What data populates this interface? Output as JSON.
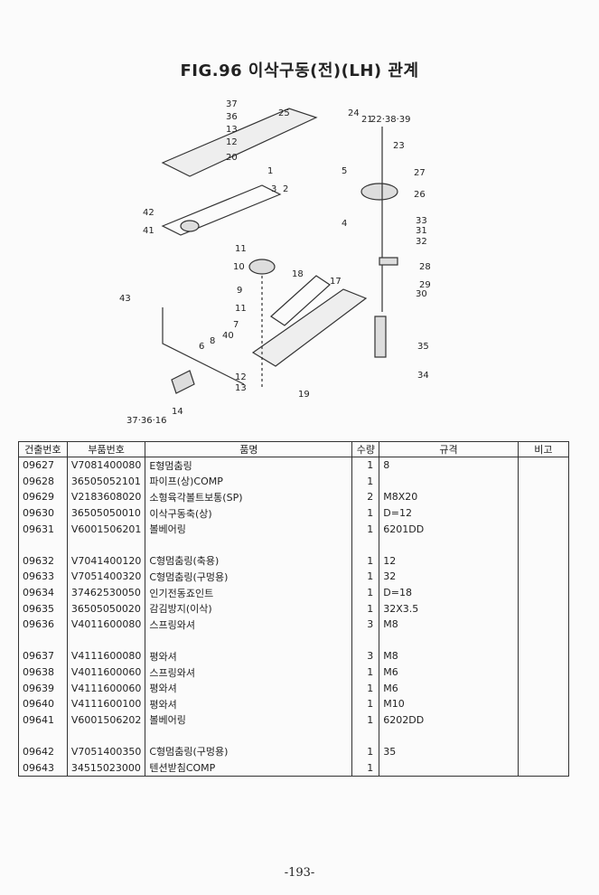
{
  "title": "FIG.96 이삭구동(전)(LH) 관계",
  "callouts": [
    "37",
    "36",
    "13",
    "12",
    "20",
    "25",
    "24",
    "21",
    "22·38·39",
    "23",
    "5",
    "27",
    "26",
    "1",
    "3",
    "2",
    "4",
    "33",
    "31",
    "32",
    "42",
    "41",
    "11",
    "10",
    "28",
    "29",
    "30",
    "18",
    "17",
    "9",
    "43",
    "11",
    "7",
    "40",
    "6",
    "8",
    "35",
    "12",
    "13",
    "19",
    "34",
    "14",
    "37·36·16"
  ],
  "table": {
    "headers": [
      "건출번호",
      "부품번호",
      "품명",
      "수량",
      "규격",
      "비고"
    ],
    "rows": [
      [
        "09627",
        "V7081400080",
        "E형멈춤링",
        "1",
        "8",
        ""
      ],
      [
        "09628",
        "36505052101",
        "파이프(상)COMP",
        "1",
        "",
        ""
      ],
      [
        "09629",
        "V2183608020",
        "소형육각볼트보통(SP)",
        "2",
        "M8X20",
        ""
      ],
      [
        "09630",
        "36505050010",
        "이삭구동축(상)",
        "1",
        "D=12",
        ""
      ],
      [
        "09631",
        "V6001506201",
        "볼베어링",
        "1",
        "6201DD",
        ""
      ],
      [
        "",
        "",
        "",
        "",
        "",
        ""
      ],
      [
        "09632",
        "V7041400120",
        "C형멈춤링(축용)",
        "1",
        "12",
        ""
      ],
      [
        "09633",
        "V7051400320",
        "C형멈춤링(구멍용)",
        "1",
        "32",
        ""
      ],
      [
        "09634",
        "37462530050",
        "인기전동죠인트",
        "1",
        "D=18",
        ""
      ],
      [
        "09635",
        "36505050020",
        "감김방지(이삭)",
        "1",
        "32X3.5",
        ""
      ],
      [
        "09636",
        "V4011600080",
        "스프링와셔",
        "3",
        "M8",
        ""
      ],
      [
        "",
        "",
        "",
        "",
        "",
        ""
      ],
      [
        "09637",
        "V4111600080",
        "평와셔",
        "3",
        "M8",
        ""
      ],
      [
        "09638",
        "V4011600060",
        "스프링와셔",
        "1",
        "M6",
        ""
      ],
      [
        "09639",
        "V4111600060",
        "평와셔",
        "1",
        "M6",
        ""
      ],
      [
        "09640",
        "V4111600100",
        "평와셔",
        "1",
        "M10",
        ""
      ],
      [
        "09641",
        "V6001506202",
        "볼베어링",
        "1",
        "6202DD",
        ""
      ],
      [
        "",
        "",
        "",
        "",
        "",
        ""
      ],
      [
        "09642",
        "V7051400350",
        "C형멈춤링(구멍용)",
        "1",
        "35",
        ""
      ],
      [
        "09643",
        "34515023000",
        "텐션받침COMP",
        "1",
        "",
        ""
      ]
    ]
  },
  "footer": "-193-"
}
